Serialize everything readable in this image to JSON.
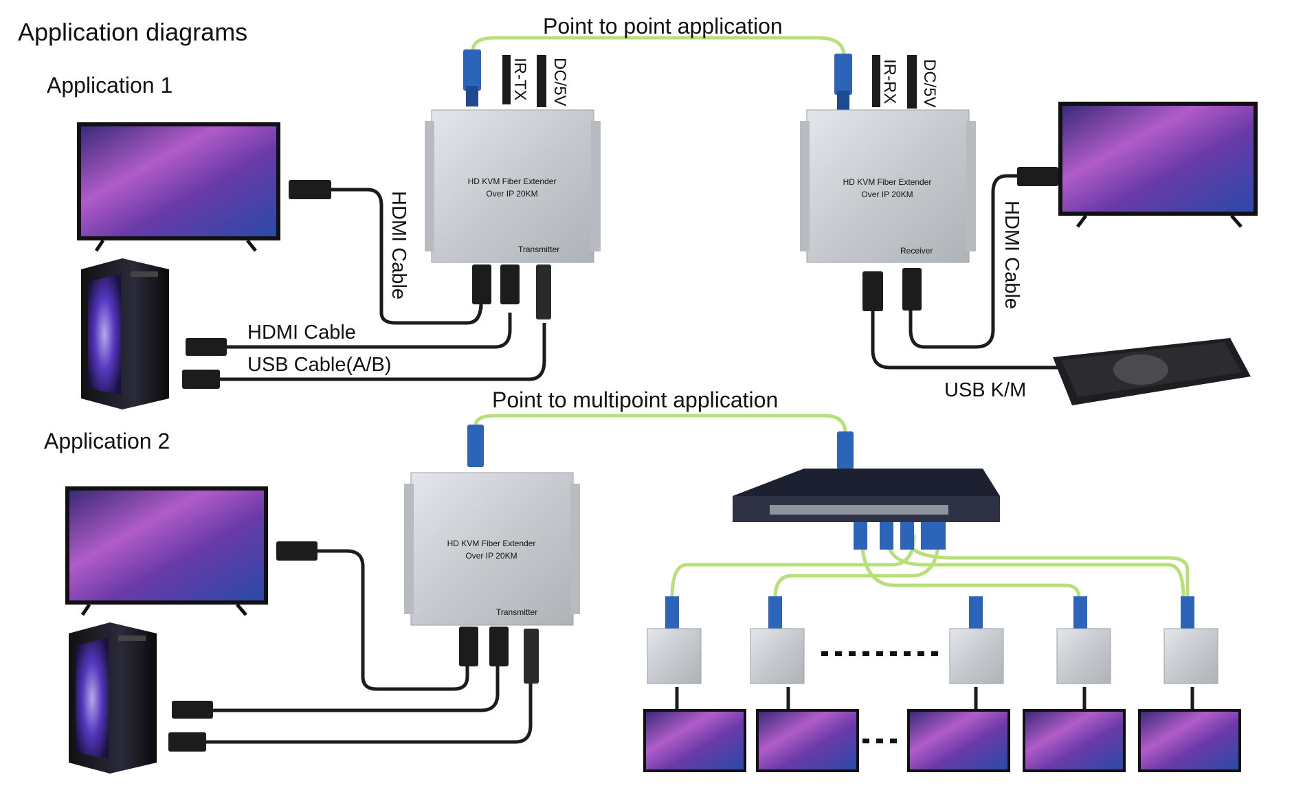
{
  "title": "Application diagrams",
  "app1": {
    "heading": "Application 1",
    "link_label": "Point to point application",
    "transmitter": {
      "line1": "HD KVM Fiber Extender",
      "line2": "Over IP 20KM",
      "role": "Transmitter",
      "port_ir": "IR-TX",
      "port_dc": "DC/5V"
    },
    "receiver": {
      "line1": "HD KVM Fiber Extender",
      "line2": "Over IP 20KM",
      "role": "Receiver",
      "port_ir": "IR-RX",
      "port_dc": "DC/5V"
    },
    "hdmi_left": "HDMI Cable",
    "hdmi_pc": "HDMI Cable",
    "usb_pc": "USB Cable(A/B)",
    "hdmi_right": "HDMI Cable",
    "usb_km": "USB K/M"
  },
  "app2": {
    "heading": "Application 2",
    "link_label": "Point to multipoint application",
    "transmitter": {
      "line1": "HD KVM Fiber Extender",
      "line2": "Over IP 20KM",
      "role": "Transmitter"
    }
  },
  "colors": {
    "fiber": "#b8e07a",
    "cable": "#1c1c1c",
    "device": "#c9cdd2",
    "connector": "#2b64b8"
  }
}
